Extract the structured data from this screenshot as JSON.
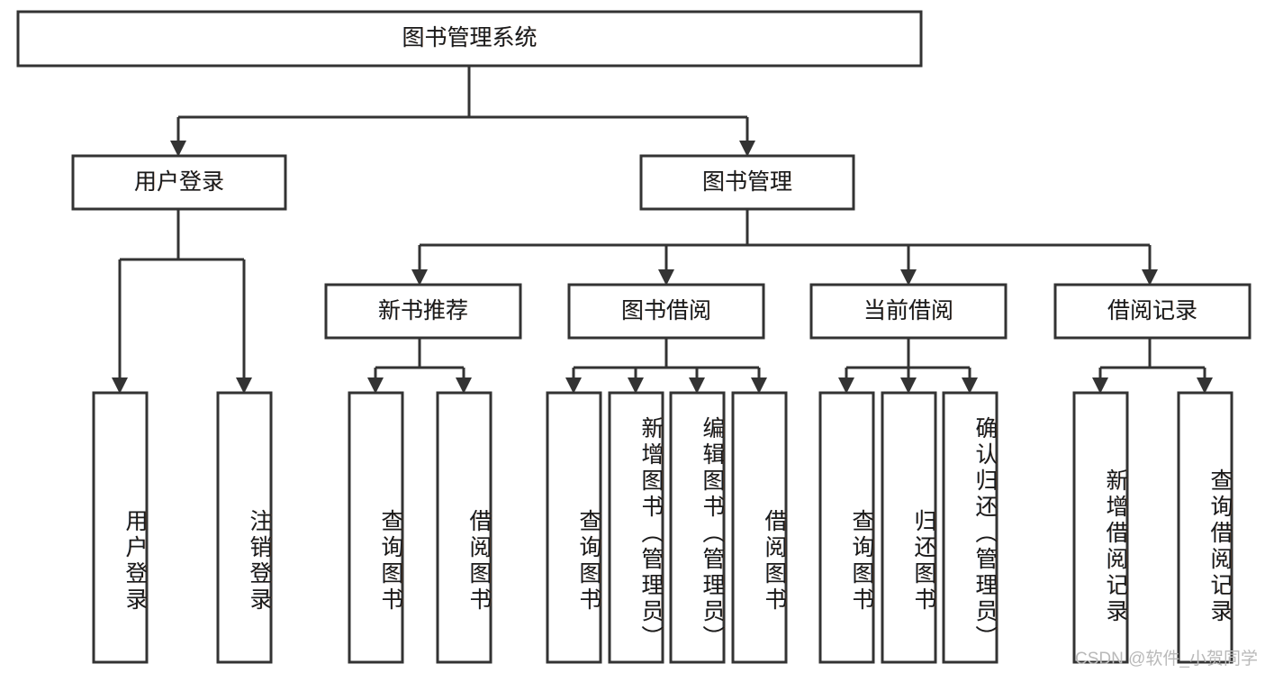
{
  "diagram": {
    "title": "图书管理系统",
    "type": "hierarchy-tree",
    "watermark": "CSDN @软件_小贺同学",
    "colors": {
      "box_stroke": "#333333",
      "box_fill": "#ffffff",
      "connector": "#333333",
      "text": "#1a1a1a",
      "watermark": "#b9b9b9",
      "background": "#ffffff"
    },
    "levels": {
      "root": "图书管理系统",
      "level2": [
        "用户登录",
        "图书管理"
      ],
      "level3": [
        "新书推荐",
        "图书借阅",
        "当前借阅",
        "借阅记录"
      ]
    },
    "nodes": {
      "root": {
        "label": "图书管理系统"
      },
      "user_login": {
        "label": "用户登录"
      },
      "book_manage": {
        "label": "图书管理"
      },
      "new_book_rec": {
        "label": "新书推荐"
      },
      "book_borrow": {
        "label": "图书借阅"
      },
      "current_borrow": {
        "label": "当前借阅"
      },
      "borrow_record": {
        "label": "借阅记录"
      },
      "leaf_user_login": {
        "label": "用户登录"
      },
      "leaf_logout": {
        "label": "注销登录"
      },
      "leaf_query_book_1": {
        "label": "查询图书"
      },
      "leaf_borrow_book_1": {
        "label": "借阅图书"
      },
      "leaf_query_book_2": {
        "label": "查询图书"
      },
      "leaf_add_book": {
        "label": "新增图书（管理员）"
      },
      "leaf_edit_book": {
        "label": "编辑图书（管理员）"
      },
      "leaf_borrow_book_2": {
        "label": "借阅图书"
      },
      "leaf_query_book_3": {
        "label": "查询图书"
      },
      "leaf_return_book": {
        "label": "归还图书"
      },
      "leaf_confirm_return": {
        "label": "确认归还（管理员）"
      },
      "leaf_add_record": {
        "label": "新增借阅记录"
      },
      "leaf_query_record": {
        "label": "查询借阅记录"
      }
    }
  }
}
